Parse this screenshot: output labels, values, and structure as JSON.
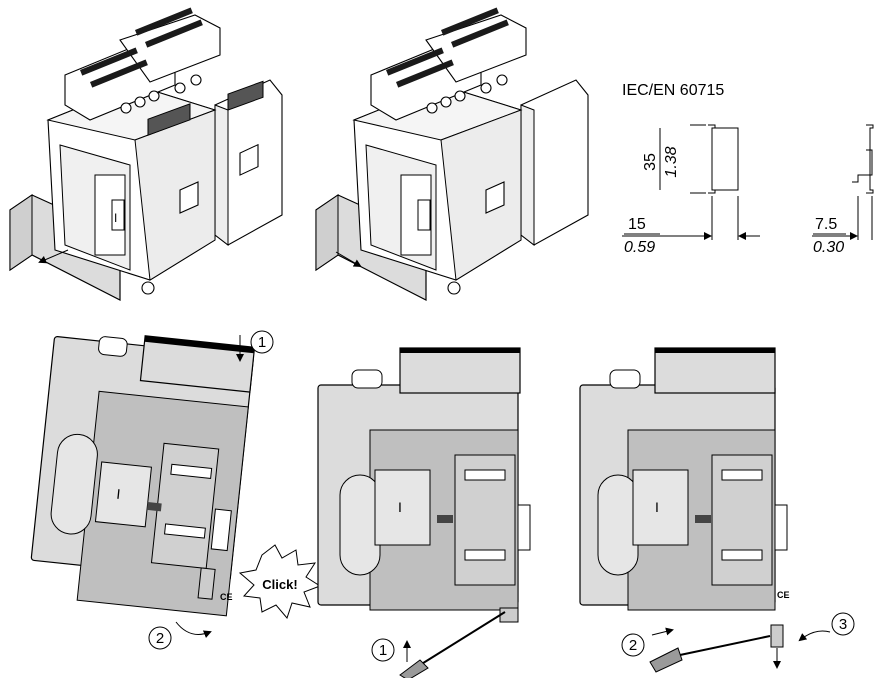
{
  "standard_label": "IEC/EN 60715",
  "rail_35": {
    "height_mm": "35",
    "height_in": "1.38",
    "width_mm": "15",
    "width_in": "0.59"
  },
  "rail_75": {
    "width_mm": "7.5",
    "width_in": "0.30"
  },
  "click_label": "Click!",
  "step_markers": {
    "mount_1": "1",
    "mount_2": "2",
    "remove_1": "1",
    "remove_2": "2",
    "remove_3": "3"
  },
  "device_mark": "I",
  "ce_mark": "CE"
}
